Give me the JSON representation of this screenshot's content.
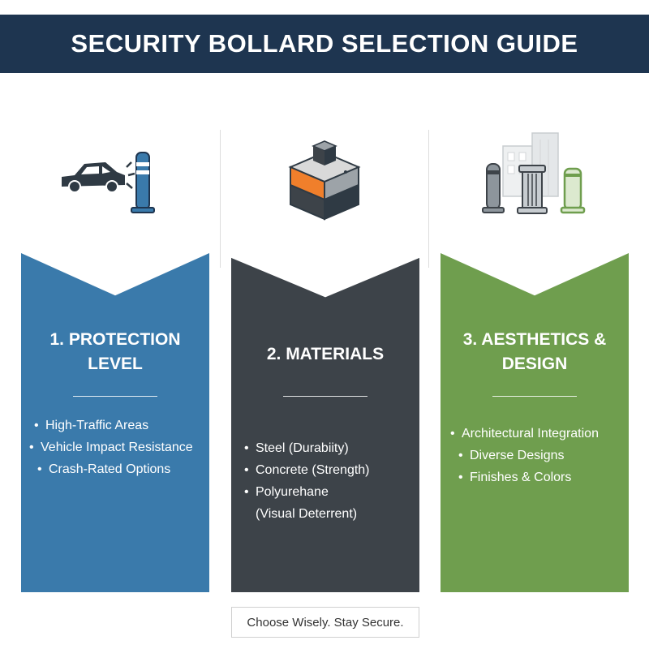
{
  "header": {
    "title": "SECURITY BOLLARD SELECTION GUIDE"
  },
  "colors": {
    "header_bg": "#1e3550",
    "blue": "#3a7aab",
    "dark": "#3d4349",
    "green": "#6f9e4e",
    "orange": "#f07f2b"
  },
  "columns": [
    {
      "icon": "car-impact-bollard-icon",
      "title_line1": "1. PROTECTION",
      "title_line2": "LEVEL",
      "items": [
        "High-Traffic Areas",
        "Vehicle Impact Resistance",
        "Crash-Rated Options"
      ]
    },
    {
      "icon": "material-block-icon",
      "title_line1": "2. MATERIALS",
      "items": [
        "Steel (Durabiity)",
        "Concrete (Strength)",
        "Polyurehane",
        "(Visual Deterrent)"
      ]
    },
    {
      "icon": "architectural-bollards-icon",
      "title_line1": "3. AESTHETICS &",
      "title_line2": "DESIGN",
      "items": [
        "Architectural Integration",
        "Diverse Designs",
        "Finishes & Colors"
      ]
    }
  ],
  "footer": {
    "tagline": "Choose Wisely. Stay Secure."
  }
}
